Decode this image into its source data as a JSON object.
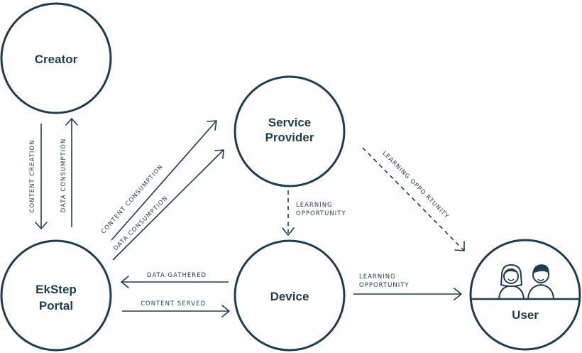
{
  "nodes": {
    "creator": "Creator",
    "service_provider": [
      "Service",
      "Provider"
    ],
    "ekstep_portal": [
      "EkStep",
      "Portal"
    ],
    "device": "Device",
    "user": "User"
  },
  "edges": {
    "content_creation": "CONTENT CREATION",
    "data_consumption_creator": "DATA CONSUMPTION",
    "content_consumption": "CONTENT CONSUMPTION",
    "data_consumption_portal": "DATA CONSUMPTION",
    "learning_opportunity_sp_device": [
      "LEARNING",
      "OPPORTUNITY"
    ],
    "learning_opportunity_sp_user": "LEARNING OPPO RTUNITY",
    "data_gathered": "DATA GATHERED",
    "content_served": "CONTENT SERVED",
    "learning_opportunity_device_user": [
      "LEARNING",
      "OPPORTUNITY"
    ]
  },
  "icons": {
    "user_people": "two-people-icon"
  },
  "colors": {
    "stroke": "#1e3d50",
    "background": "#ffffff"
  }
}
